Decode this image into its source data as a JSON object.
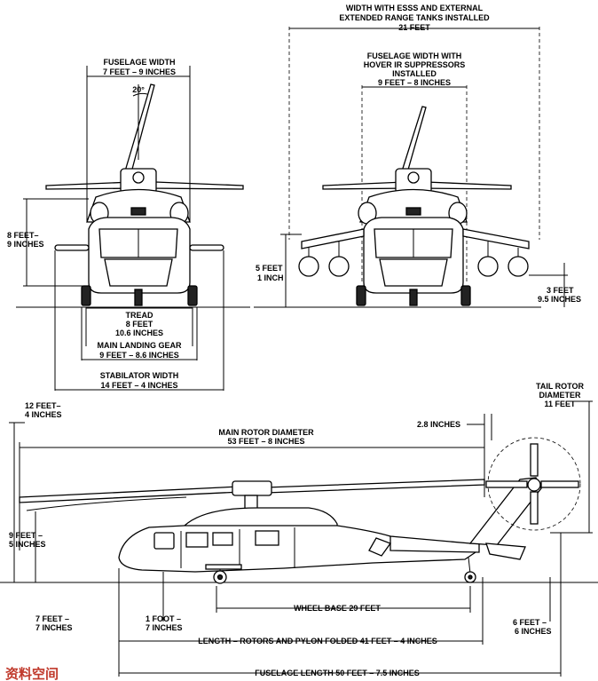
{
  "labels": {
    "fuselage_width": "FUSELAGE WIDTH",
    "fuselage_width_val": "7 FEET – 9 INCHES",
    "angle": "20°",
    "height_front_a": "8 FEET–",
    "height_front_b": "9 INCHES",
    "tread_a": "TREAD",
    "tread_b": "8 FEET",
    "tread_c": "10.6 INCHES",
    "mlg_a": "MAIN LANDING GEAR",
    "mlg_b": "9 FEET – 8.6 INCHES",
    "stab_a": "STABILATOR WIDTH",
    "stab_b": "14 FEET – 4 INCHES",
    "esss_a": "WIDTH WITH ESSS AND EXTERNAL",
    "esss_b": "EXTENDED RANGE TANKS INSTALLED",
    "esss_c": "21 FEET",
    "hover_a": "FUSELAGE WIDTH WITH",
    "hover_b": "HOVER IR SUPPRESSORS",
    "hover_c": "INSTALLED",
    "hover_d": "9 FEET – 8 INCHES",
    "h51_a": "5 FEET",
    "h51_b": "1 INCH",
    "h39_a": "3 FEET",
    "h39_b": "9.5 INCHES",
    "tr_a": "TAIL ROTOR",
    "tr_b": "DIAMETER",
    "tr_c": "11 FEET",
    "overall_h_a": "12 FEET–",
    "overall_h_b": "4 INCHES",
    "mrd_a": "MAIN ROTOR DIAMETER",
    "mrd_b": "53 FEET – 8 INCHES",
    "inch28": "2.8 INCHES",
    "h95_a": "9 FEET –",
    "h95_b": "5 INCHES",
    "h77_a": "7 FEET –",
    "h77_b": "7 INCHES",
    "foot_a": "1 FOOT –",
    "foot_b": "7 INCHES",
    "wheelbase": "WHEEL BASE 29 FEET",
    "h66_a": "6 FEET –",
    "h66_b": "6 INCHES",
    "folded": "LENGTH – ROTORS AND PYLON FOLDED 41 FEET – 4 INCHES",
    "fus_len": "FUSELAGE LENGTH 50 FEET – 7.5 INCHES"
  },
  "watermark": "资料空间",
  "colors": {
    "ink": "#000000",
    "watermark": "#c0392b"
  }
}
